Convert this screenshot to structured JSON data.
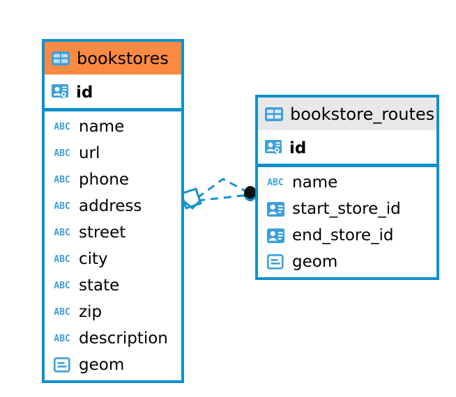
{
  "diagram": {
    "type": "database-schema-erd",
    "background_color": "#ffffff",
    "accent_blue": "#0f90cd",
    "accent_orange": "#fa8a42",
    "header_gray": "#e8e8e8",
    "icon_blue": "#3d9fdb",
    "relationship_endpoint_color": "#111111"
  },
  "tables": [
    {
      "id": "bookstores",
      "title": "bookstores",
      "header_style": "accent-orange",
      "table_icon": "table-icon",
      "primary_key": {
        "name": "id",
        "icon": "primary-key-icon"
      },
      "fields": [
        {
          "name": "name",
          "icon": "abc-text-icon",
          "icon_label": "ABC"
        },
        {
          "name": "url",
          "icon": "abc-text-icon",
          "icon_label": "ABC"
        },
        {
          "name": "phone",
          "icon": "abc-text-icon",
          "icon_label": "ABC"
        },
        {
          "name": "address",
          "icon": "abc-text-icon",
          "icon_label": "ABC"
        },
        {
          "name": "street",
          "icon": "abc-text-icon",
          "icon_label": "ABC"
        },
        {
          "name": "city",
          "icon": "abc-text-icon",
          "icon_label": "ABC"
        },
        {
          "name": "state",
          "icon": "abc-text-icon",
          "icon_label": "ABC"
        },
        {
          "name": "zip",
          "icon": "abc-text-icon",
          "icon_label": "ABC"
        },
        {
          "name": "description",
          "icon": "abc-text-icon",
          "icon_label": "ABC"
        },
        {
          "name": "geom",
          "icon": "geometry-icon",
          "icon_label": ""
        }
      ]
    },
    {
      "id": "bookstore_routes",
      "title": "bookstore_routes",
      "header_style": "accent-gray",
      "table_icon": "table-icon",
      "primary_key": {
        "name": "id",
        "icon": "primary-key-icon"
      },
      "fields": [
        {
          "name": "name",
          "icon": "abc-text-icon",
          "icon_label": "ABC"
        },
        {
          "name": "start_store_id",
          "icon": "foreign-key-icon",
          "icon_label": ""
        },
        {
          "name": "end_store_id",
          "icon": "foreign-key-icon",
          "icon_label": ""
        },
        {
          "name": "geom",
          "icon": "geometry-icon",
          "icon_label": ""
        }
      ]
    }
  ],
  "relationship": {
    "style": "dashed",
    "color": "#1492ce",
    "source_table": "bookstores",
    "target_table": "bookstore_routes",
    "source_marker": "diamond-marker",
    "target_marker": "filled-circle-marker"
  }
}
